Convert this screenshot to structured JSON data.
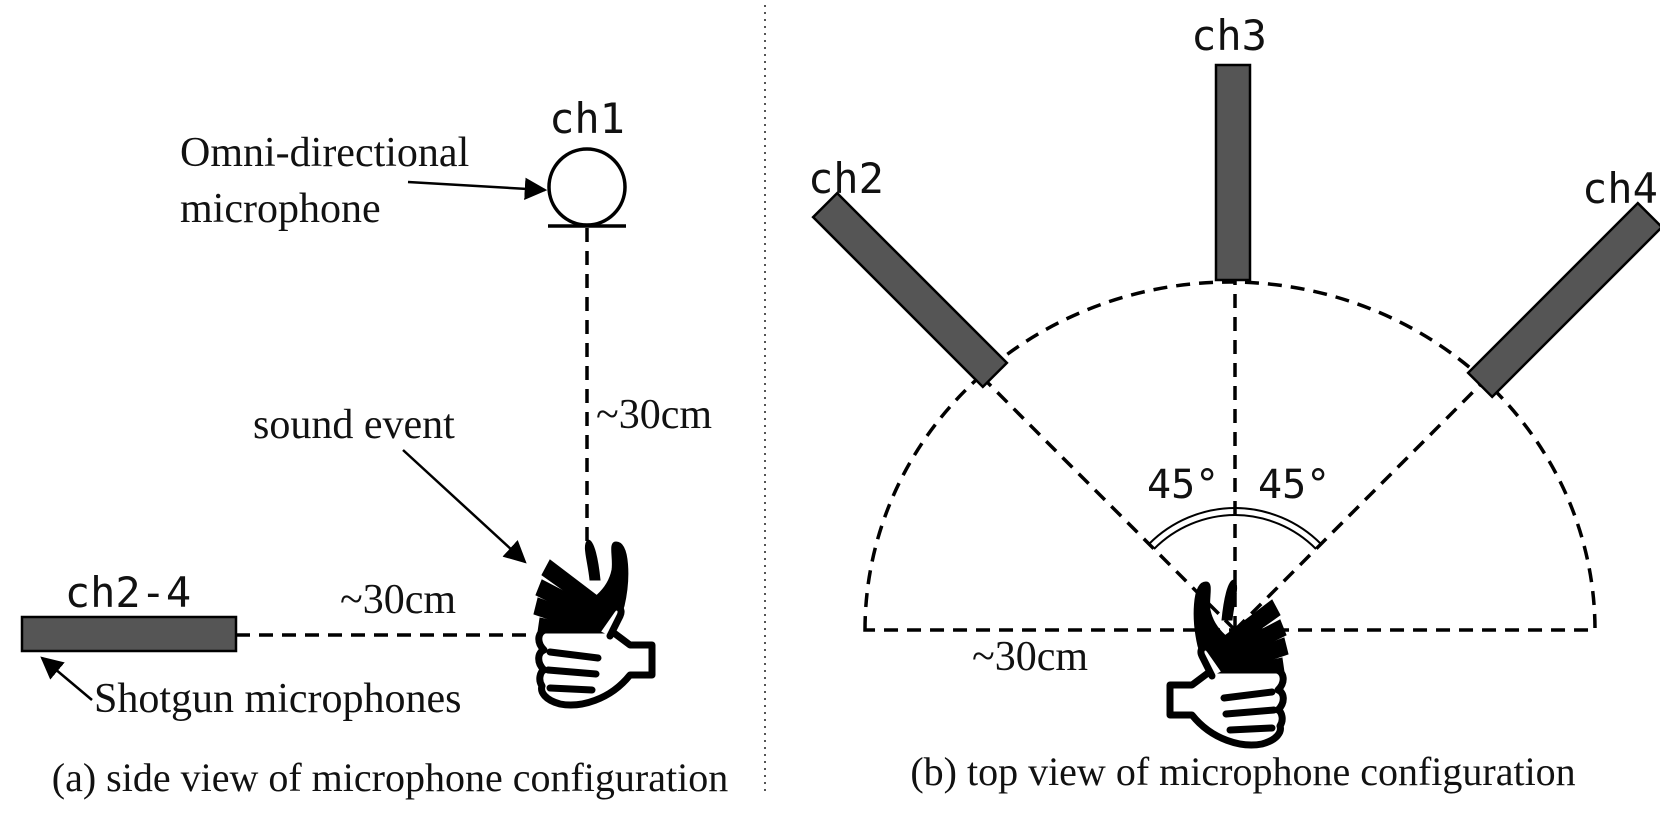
{
  "divider": {
    "style": "dotted",
    "color": "#555555"
  },
  "side_view": {
    "caption": "(a) side view of microphone configuration",
    "omni_mic": {
      "channel": "ch1",
      "label_line1": "Omni-directional",
      "label_line2": "microphone"
    },
    "shotgun_mics": {
      "channel": "ch2-4",
      "label": "Shotgun microphones"
    },
    "sound_event_label": "sound event",
    "vertical_distance": "~30cm",
    "horizontal_distance": "~30cm"
  },
  "top_view": {
    "caption": "(b) top view of microphone configuration",
    "channels": [
      "ch2",
      "ch3",
      "ch4"
    ],
    "angle_left": "45°",
    "angle_right": "45°",
    "radius_label": "~30cm"
  },
  "colors": {
    "mic_fill": "#555555",
    "line": "#000000",
    "text": "#111111"
  },
  "icons": {
    "sound_event": "clapping-hands-icon",
    "omni_mic": "omni-microphone-icon",
    "shotgun_mic": "shotgun-microphone-icon"
  }
}
